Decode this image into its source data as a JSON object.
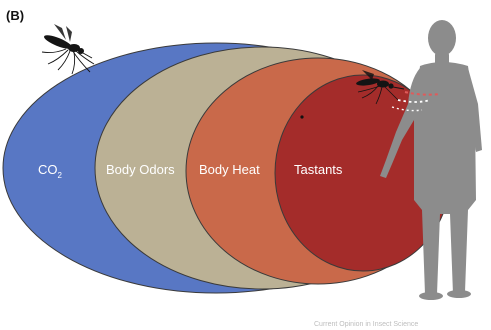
{
  "panel_label": "(B)",
  "zones": [
    {
      "label": "CO",
      "subscript": "2",
      "color": "#5877c4"
    },
    {
      "label": "Body Odors",
      "color": "#bbb195"
    },
    {
      "label": "Body Heat",
      "color": "#c9694a"
    },
    {
      "label": "Tastants",
      "color": "#a42c2a"
    }
  ],
  "figure_colors": {
    "human": "#8c8c8c",
    "mosquito": "#141414",
    "outline": "#3a3a3a",
    "probe": "#e05a5a"
  },
  "icons": [
    "mosquito-icon",
    "human-silhouette-icon"
  ],
  "caption": "Current Opinion in Insect Science"
}
